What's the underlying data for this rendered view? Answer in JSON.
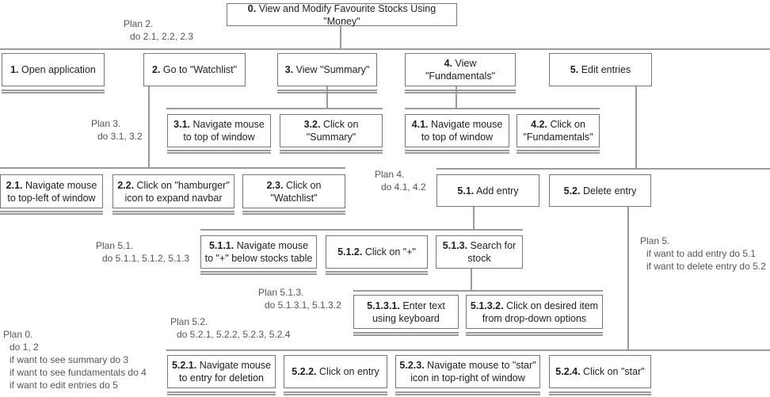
{
  "nodes": {
    "n0": {
      "num": "0.",
      "text": "View and Modify Favourite Stocks Using \"Money\""
    },
    "n1": {
      "num": "1.",
      "text": "Open application"
    },
    "n2": {
      "num": "2.",
      "text": "Go to \"Watchlist\""
    },
    "n3": {
      "num": "3.",
      "text": "View \"Summary\""
    },
    "n4": {
      "num": "4.",
      "text": "View \"Fundamentals\""
    },
    "n5": {
      "num": "5.",
      "text": "Edit entries"
    },
    "n2_1": {
      "num": "2.1.",
      "text": "Navigate mouse to top-left of window"
    },
    "n2_2": {
      "num": "2.2.",
      "text": "Click on \"hamburger\" icon to expand navbar"
    },
    "n2_3": {
      "num": "2.3.",
      "text": "Click on \"Watchlist\""
    },
    "n3_1": {
      "num": "3.1.",
      "text": "Navigate mouse to top of window"
    },
    "n3_2": {
      "num": "3.2.",
      "text": "Click on \"Summary\""
    },
    "n4_1": {
      "num": "4.1.",
      "text": "Navigate mouse to top of window"
    },
    "n4_2": {
      "num": "4.2.",
      "text": "Click on \"Fundamentals\""
    },
    "n5_1": {
      "num": "5.1.",
      "text": "Add entry"
    },
    "n5_2": {
      "num": "5.2.",
      "text": "Delete entry"
    },
    "n5_1_1": {
      "num": "5.1.1.",
      "text": "Navigate mouse to \"+\" below stocks table"
    },
    "n5_1_2": {
      "num": "5.1.2.",
      "text": "Click on \"+\""
    },
    "n5_1_3": {
      "num": "5.1.3.",
      "text": "Search for stock"
    },
    "n5_1_3_1": {
      "num": "5.1.3.1.",
      "text": "Enter text using keyboard"
    },
    "n5_1_3_2": {
      "num": "5.1.3.2.",
      "text": "Click on desired item from drop-down options"
    },
    "n5_2_1": {
      "num": "5.2.1.",
      "text": "Navigate mouse to entry for deletion"
    },
    "n5_2_2": {
      "num": "5.2.2.",
      "text": "Click on entry"
    },
    "n5_2_3": {
      "num": "5.2.3.",
      "text": "Navigate mouse to \"star\" icon in top-right  of window"
    },
    "n5_2_4": {
      "num": "5.2.4.",
      "text": "Click on \"star\""
    }
  },
  "plans": {
    "p0": {
      "title": "Plan 0.",
      "lines": [
        "do 1, 2",
        "if want to see summary do 3",
        "if want to see fundamentals do 4",
        "if want to edit entries do 5"
      ]
    },
    "p2": {
      "title": "Plan 2.",
      "lines": [
        "do 2.1, 2.2, 2.3"
      ]
    },
    "p3": {
      "title": "Plan 3.",
      "lines": [
        "do 3.1, 3.2"
      ]
    },
    "p4": {
      "title": "Plan 4.",
      "lines": [
        "do 4.1, 4.2"
      ]
    },
    "p5": {
      "title": "Plan 5.",
      "lines": [
        "if want to add entry do 5.1",
        "if want to delete entry do 5.2"
      ]
    },
    "p5_1": {
      "title": "Plan 5.1.",
      "lines": [
        "do 5.1.1, 5.1.2, 5.1.3"
      ]
    },
    "p5_1_3": {
      "title": "Plan 5.1.3.",
      "lines": [
        "do 5.1.3.1, 5.1.3.2"
      ]
    },
    "p5_2": {
      "title": "Plan 5.2.",
      "lines": [
        "do 5.2.1, 5.2.2, 5.2.3, 5.2.4"
      ]
    }
  }
}
